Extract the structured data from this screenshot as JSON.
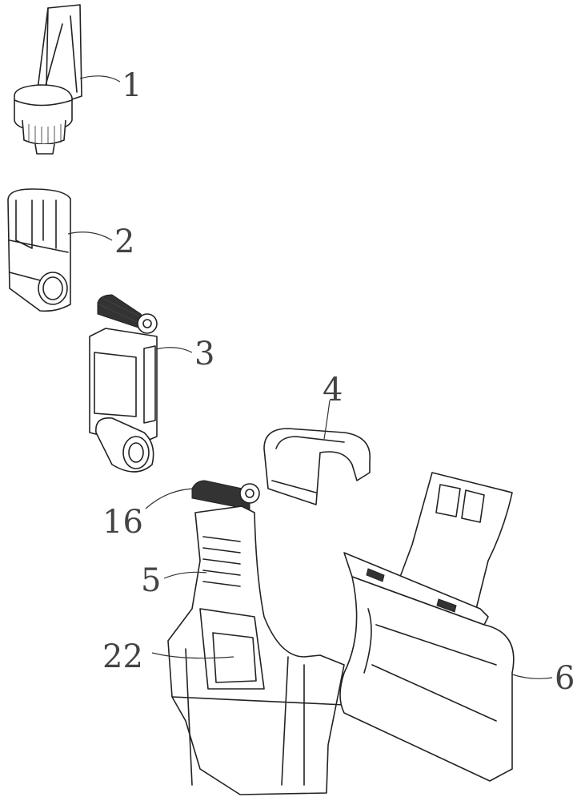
{
  "figure": {
    "labels": {
      "part1": "1",
      "part2": "2",
      "part3": "3",
      "part4": "4",
      "part5": "5",
      "part6": "6",
      "part16": "16",
      "part22": "22"
    }
  }
}
